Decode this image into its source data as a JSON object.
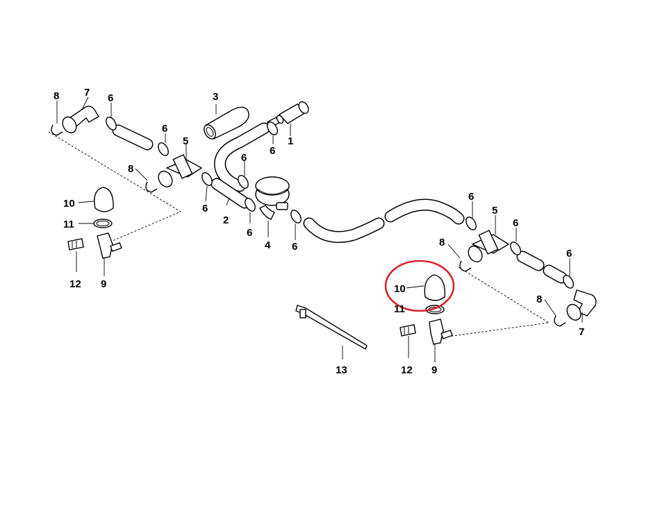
{
  "parts": [
    {
      "id": "c1",
      "text": "1"
    },
    {
      "id": "c2",
      "text": "2"
    },
    {
      "id": "c3",
      "text": "3"
    },
    {
      "id": "c4",
      "text": "4"
    },
    {
      "id": "c5a",
      "text": "5"
    },
    {
      "id": "c5b",
      "text": "5"
    },
    {
      "id": "c6a",
      "text": "6"
    },
    {
      "id": "c6b",
      "text": "6"
    },
    {
      "id": "c6c",
      "text": "6"
    },
    {
      "id": "c6d",
      "text": "6"
    },
    {
      "id": "c6e",
      "text": "6"
    },
    {
      "id": "c6f",
      "text": "6"
    },
    {
      "id": "c6g",
      "text": "6"
    },
    {
      "id": "c6h",
      "text": "6"
    },
    {
      "id": "c6i",
      "text": "6"
    },
    {
      "id": "c6j",
      "text": "6"
    },
    {
      "id": "c7a",
      "text": "7"
    },
    {
      "id": "c7b",
      "text": "7"
    },
    {
      "id": "c8a",
      "text": "8"
    },
    {
      "id": "c8b",
      "text": "8"
    },
    {
      "id": "c8c",
      "text": "8"
    },
    {
      "id": "c8d",
      "text": "8"
    },
    {
      "id": "c9a",
      "text": "9"
    },
    {
      "id": "c9b",
      "text": "9"
    },
    {
      "id": "c10a",
      "text": "10"
    },
    {
      "id": "c10b",
      "text": "10"
    },
    {
      "id": "c11a",
      "text": "11"
    },
    {
      "id": "c11b",
      "text": "11"
    },
    {
      "id": "c12a",
      "text": "12"
    },
    {
      "id": "c12b",
      "text": "12"
    },
    {
      "id": "c13",
      "text": "13"
    }
  ],
  "highlight": {
    "part": "10",
    "color": "#d9232e"
  }
}
